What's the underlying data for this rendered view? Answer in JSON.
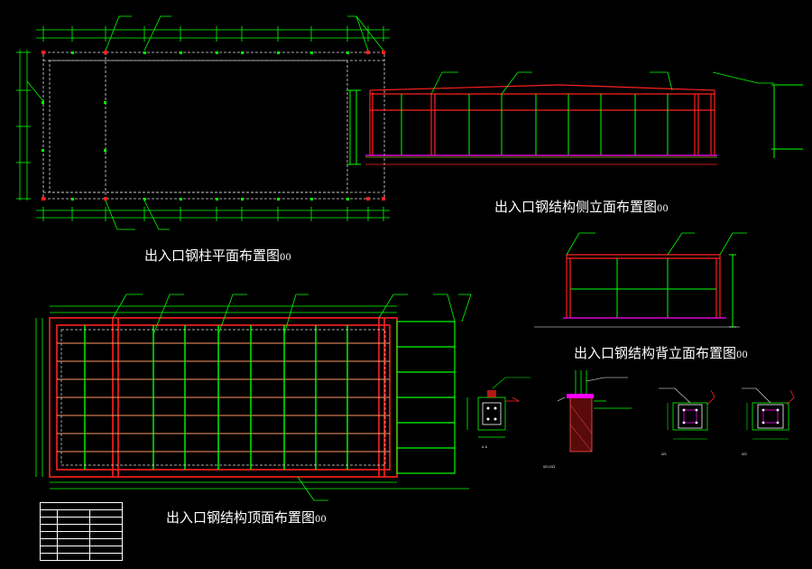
{
  "drawing": {
    "background": "#000000",
    "colors": {
      "steel": "#ff2020",
      "purlin": "#00ff00",
      "dimension": "#00ff00",
      "hidden": "#dddddd",
      "ground": "#ff00ff",
      "text": "#ffffff",
      "marker": "#ffff00"
    }
  },
  "titles": {
    "column_plan": "出入口钢柱平面布置图",
    "side_elevation": "出入口钢结构侧立面布置图",
    "back_elevation": "出入口钢结构背立面布置图",
    "roof_plan": "出入口钢结构顶面布置图"
  },
  "title_suffix": "00",
  "details": {
    "detail_a": "A-A",
    "detail_gz1": "GZ1/GZ1",
    "detail_b": "GZ1",
    "detail_c": "GZ2"
  }
}
